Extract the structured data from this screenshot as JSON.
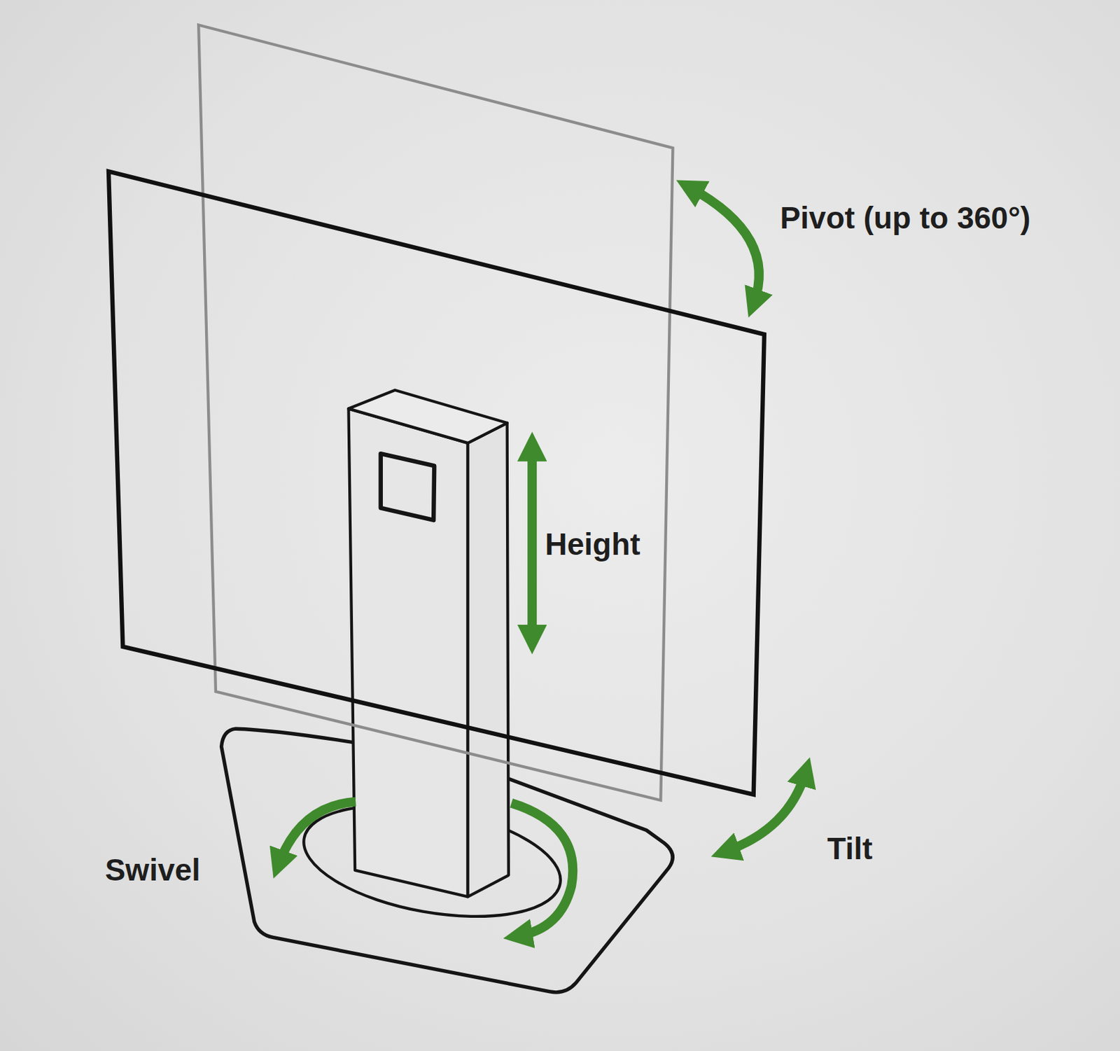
{
  "diagram": {
    "labels": [
      "Pivot (up to 360°)",
      "Height",
      "Swivel",
      "Tilt"
    ]
  }
}
